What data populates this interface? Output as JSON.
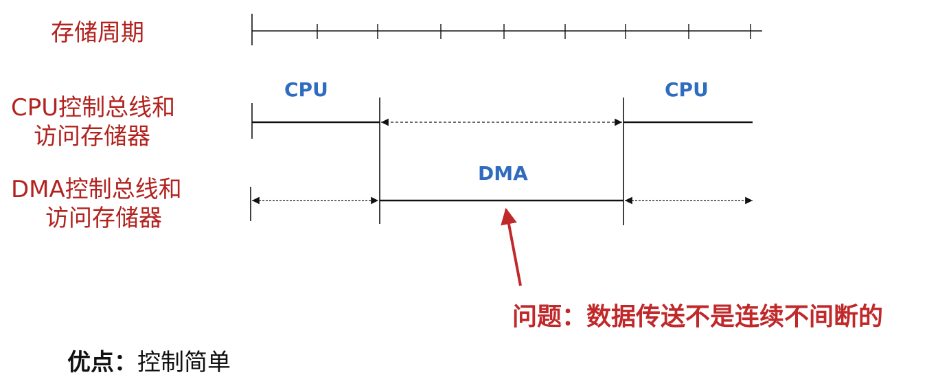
{
  "labels": {
    "storage_cycle": "存储周期",
    "cpu_line1": "CPU控制总线和",
    "cpu_line2": "访问存储器",
    "dma_line1": "DMA控制总线和",
    "dma_line2": "访问存储器"
  },
  "segments": {
    "cpu_left": "CPU",
    "cpu_right": "CPU",
    "dma": "DMA"
  },
  "problem_note": "问题：数据传送不是连续不间断的",
  "advantage": {
    "key": "优点：",
    "value": "控制简单"
  },
  "colors": {
    "label_red": "#b2231f",
    "segment_blue": "#2f6cc0",
    "arrow_red": "#c0282a"
  }
}
